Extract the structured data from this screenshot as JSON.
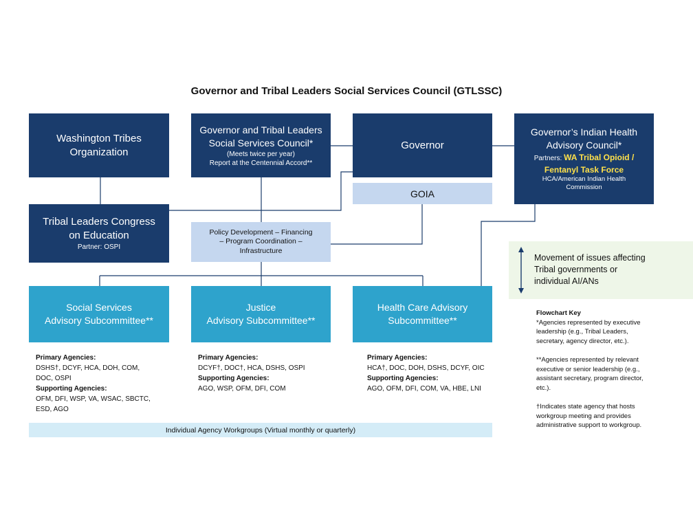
{
  "title": "Governor and Tribal Leaders Social Services Council (GTLSSC)",
  "boxes": {
    "wto": {
      "line1": "Washington Tribes",
      "line2": "Organization"
    },
    "council": {
      "line1": "Governor and Tribal Leaders",
      "line2": "Social Services Council*",
      "line3": "(Meets twice per year)",
      "line4": "Report at the Centennial Accord**"
    },
    "governor": {
      "label": "Governor"
    },
    "goia": {
      "label": "GOIA"
    },
    "ihac": {
      "line1": "Governor’s Indian Health",
      "line2": "Advisory Council*",
      "partners_prefix": "Partners:",
      "partners_highlight_1": "WA Tribal Opioid /",
      "partners_highlight_2": "Fentanyl Task Force",
      "line3": "HCA/American Indian Health",
      "line4": "Commission"
    },
    "tlce": {
      "line1": "Tribal Leaders Congress",
      "line2": "on Education",
      "partner": "Partner: OSPI"
    },
    "policy": {
      "line1": "Policy Development – Financing",
      "line2": "– Program Coordination –",
      "line3": "Infrastructure"
    },
    "social": {
      "line1": "Social Services",
      "line2": "Advisory Subcommittee**"
    },
    "justice": {
      "line1": "Justice",
      "line2": "Advisory Subcommittee**"
    },
    "health": {
      "line1": "Health Care Advisory",
      "line2": "Subcommittee**"
    }
  },
  "agencies": {
    "social": {
      "primary_label": "Primary Agencies:",
      "primary_1": "DSHS†, DCYF, HCA, DOH, COM,",
      "primary_2": "DOC, OSPI",
      "supporting_label": "Supporting Agencies:",
      "supporting_1": "OFM, DFI, WSP, VA, WSAC, SBCTC,",
      "supporting_2": "ESD, AGO"
    },
    "justice": {
      "primary_label": "Primary Agencies:",
      "primary_1": "DCYF†, DOC†, HCA, DSHS, OSPI",
      "supporting_label": "Supporting Agencies:",
      "supporting_1": "AGO, WSP, OFM, DFI, COM"
    },
    "health": {
      "primary_label": "Primary Agencies:",
      "primary_1": "HCA†, DOC, DOH, DSHS, DCYF, OIC",
      "supporting_label": "Supporting Agencies:",
      "supporting_1": "AGO, OFM, DFI, COM, VA, HBE, LNI"
    }
  },
  "workgroups": "Individual Agency Workgroups (Virtual monthly or quarterly)",
  "legend": {
    "line1": "Movement of issues affecting",
    "line2": "Tribal governments or",
    "line3": "individual AI/ANs"
  },
  "key": {
    "title": "Flowchart Key",
    "item1_1": "*Agencies represented by executive",
    "item1_2": "leadership (e.g., Tribal Leaders,",
    "item1_3": "secretary, agency director, etc.).",
    "item2_1": "**Agencies represented by relevant",
    "item2_2": "executive or senior leadership (e.g.,",
    "item2_3": "assistant secretary, program director,",
    "item2_4": "etc.).",
    "item3_1": "†Indicates state agency that hosts",
    "item3_2": "workgroup meeting and provides",
    "item3_3": "administrative support to workgroup."
  },
  "colors": {
    "navy": "#1a3c6c",
    "teal": "#2ea3cc",
    "light_blue": "#c5d7ef",
    "pale_blue": "#d4ecf7",
    "legend_bg": "#eef6e8",
    "highlight": "#ffe14a"
  }
}
